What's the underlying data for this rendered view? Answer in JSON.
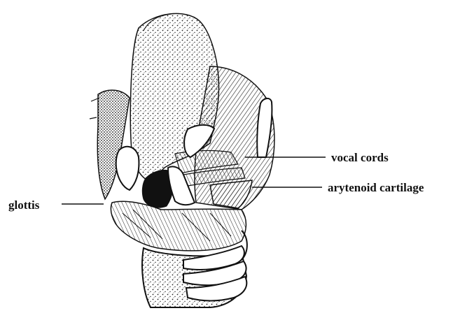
{
  "diagram": {
    "labels": {
      "vocal_cords": "vocal cords",
      "arytenoid_cartilage": "arytenoid cartilage",
      "glottis": "glottis"
    },
    "colors": {
      "ink": "#111111",
      "paper": "#ffffff"
    }
  }
}
